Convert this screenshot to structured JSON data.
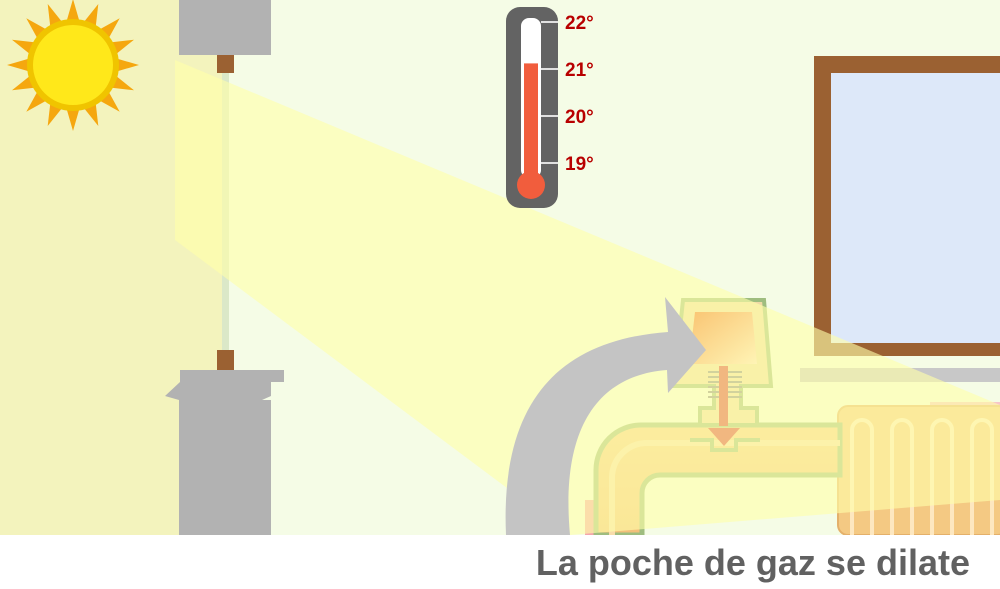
{
  "caption": "La poche de gaz se dilate",
  "thermometer": {
    "ticks": [
      "22°",
      "21°",
      "20°",
      "19°"
    ],
    "fill_level": 0.72
  },
  "colors": {
    "wall": "#f5fce6",
    "window_side": "#f3f3bd",
    "sunbeam": "#ffffaa",
    "sun": "#ffd800",
    "concrete": "#b2b2b2",
    "frame_wood": "#9b6132",
    "glass": "#dde8f9",
    "pipe": "#f4c983",
    "pipe_outline": "#9fbd7f",
    "gas_pocket": "#f0661c",
    "valve_pin": "#d9423d",
    "arrow": "#c4c4c4",
    "thermo_body": "#636363",
    "thermo_liquid": "#f15d3d",
    "tick_label": "#b80000",
    "caption_text": "#616161"
  },
  "icons": {
    "sun": "sun-icon",
    "thermometer": "thermometer-icon",
    "arrow": "curved-arrow-icon"
  }
}
